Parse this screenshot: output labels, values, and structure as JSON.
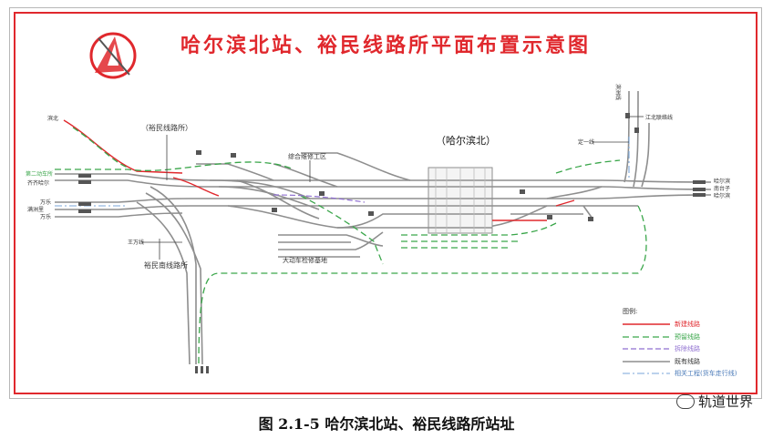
{
  "title": "哈尔滨北站、裕民线路所平面布置示意图",
  "caption": "图 2.1-5    哈尔滨北站、裕民线路所站址",
  "watermark": "轨道世界",
  "colors": {
    "frame_red": "#e0282d",
    "existing": "#9a9a9a",
    "new_line": "#e0282d",
    "reserved": "#3aa64a",
    "demolish": "#8f6fd0",
    "related": "#7aa6d8"
  },
  "labels": {
    "station_main": "（哈尔滨北）",
    "yumin_junction": "（裕民线路所）",
    "yumin_south": "裕民南线路所",
    "maintenance": "综合维修工区",
    "depot": "大动车检修基地",
    "ding_yi": "定一线",
    "di_er_dong_che": "第二动车所",
    "qiqihar": "齐齐哈尔",
    "wan_le_1": "万乐",
    "man_zhou_li": "满洲里",
    "wan_le_2": "万乐",
    "wang_wan": "王万线",
    "harbin": "哈尔滨",
    "nan_tai_zi": "南台子",
    "ha_er_bin_2": "哈尔滨",
    "binbei": "滨北",
    "binzhou_n": "滨洲线",
    "jiang_bei": "江北联络线"
  },
  "legend": {
    "title": "图例:",
    "items": [
      {
        "label": "新建线路",
        "style": "new_line"
      },
      {
        "label": "预留线路",
        "style": "reserved"
      },
      {
        "label": "拆除线路",
        "style": "demolish"
      },
      {
        "label": "既有线路",
        "style": "existing"
      },
      {
        "label": "相关工程(货车走行线)",
        "style": "related"
      }
    ]
  }
}
